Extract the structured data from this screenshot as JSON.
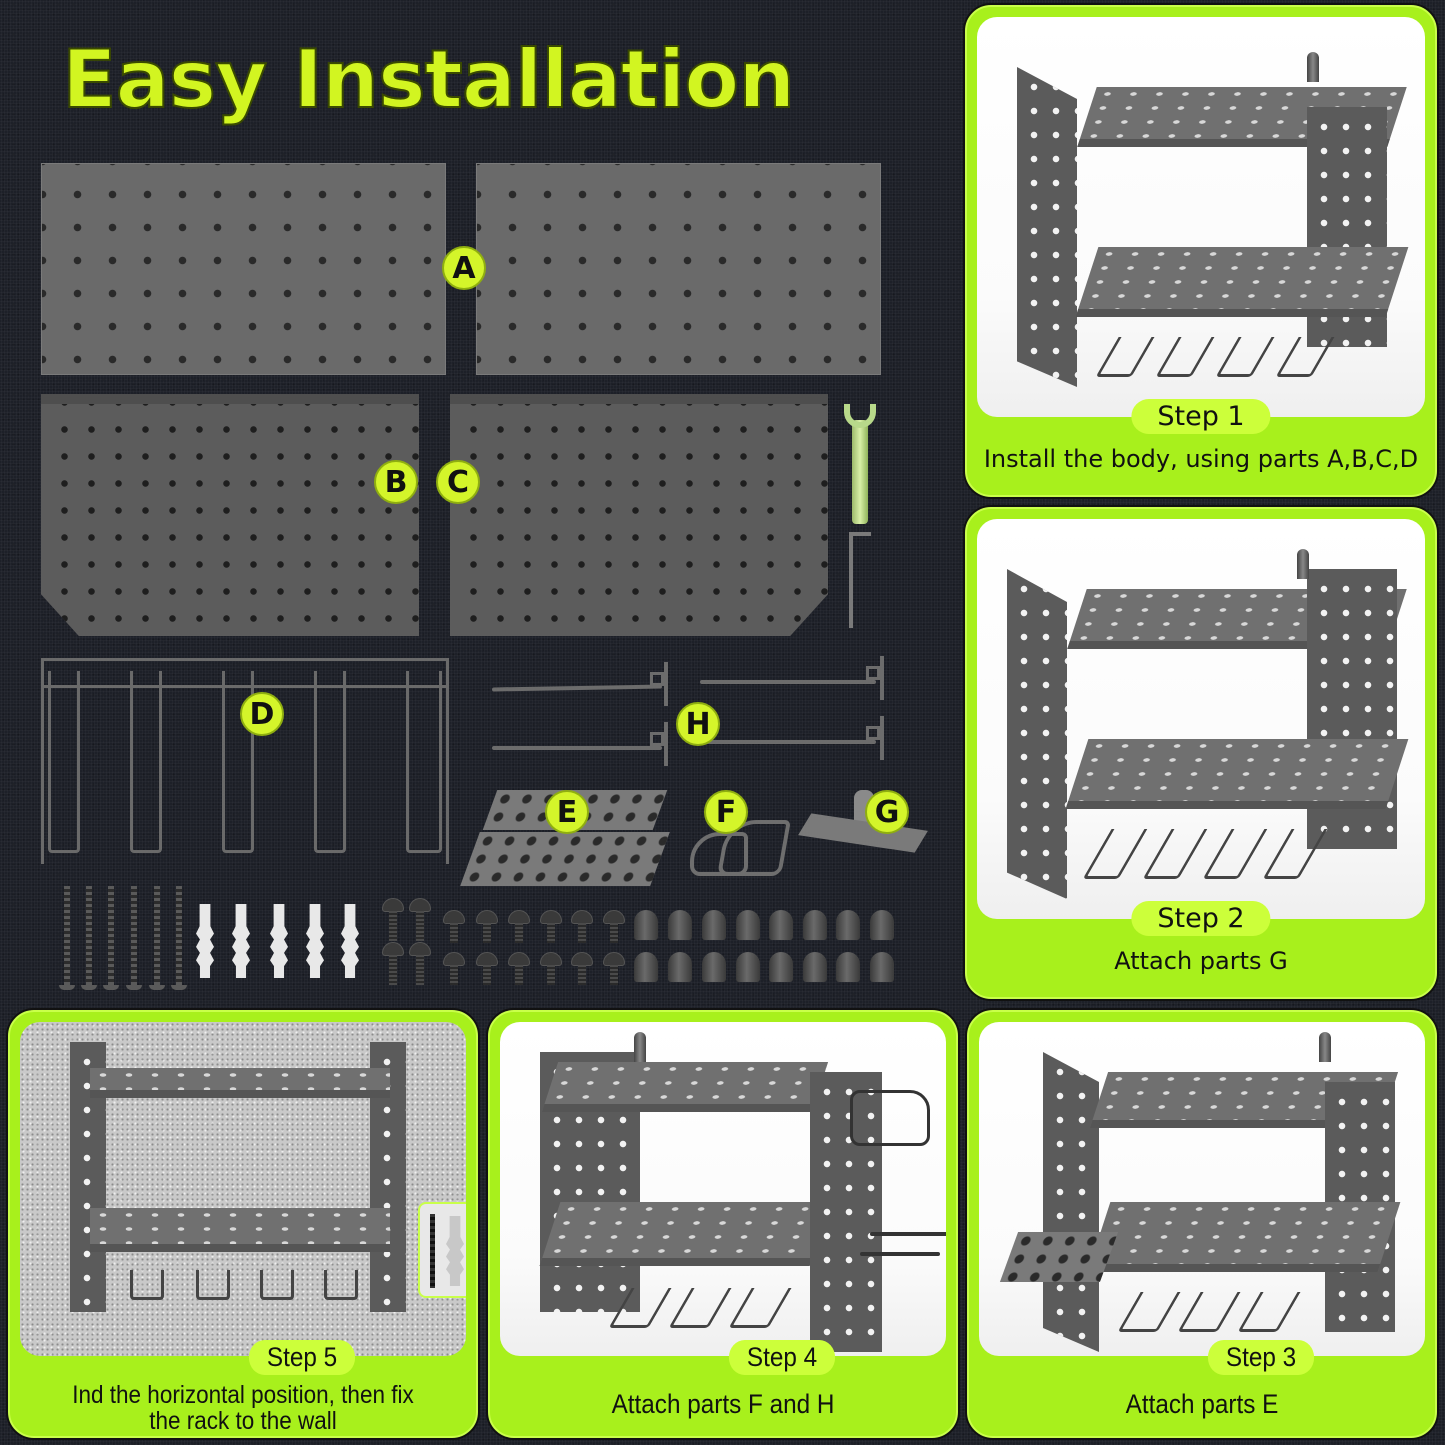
{
  "title": "Easy Installation",
  "colors": {
    "accent_green": "#a8f01c",
    "title_green": "#d2f521",
    "badge_green": "#d4f52a",
    "background": "#1d2028",
    "metal_gray": "#6a6a6a"
  },
  "parts": {
    "labels": [
      "A",
      "B",
      "C",
      "D",
      "E",
      "F",
      "G",
      "H"
    ],
    "A": "A",
    "B": "B",
    "C": "C",
    "D": "D",
    "E": "E",
    "F": "F",
    "G": "G",
    "H": "H"
  },
  "hardware": {
    "wood_screws": 6,
    "wall_anchors": 5,
    "long_bolts": 4,
    "short_bolts": 12,
    "cap_nuts": 16,
    "tools": [
      "wrench-icon",
      "hex-key-icon"
    ]
  },
  "steps": [
    {
      "label": "Step 1",
      "description": "Install the body, using parts A,B,C,D"
    },
    {
      "label": "Step 2",
      "description": "Attach parts G"
    },
    {
      "label": "Step 3",
      "description": "Attach parts E"
    },
    {
      "label": "Step 4",
      "description": "Attach parts F and H"
    },
    {
      "label": "Step 5",
      "description_line1": "Ind the horizontal position, then fix",
      "description_line2": "the rack to the wall"
    }
  ]
}
